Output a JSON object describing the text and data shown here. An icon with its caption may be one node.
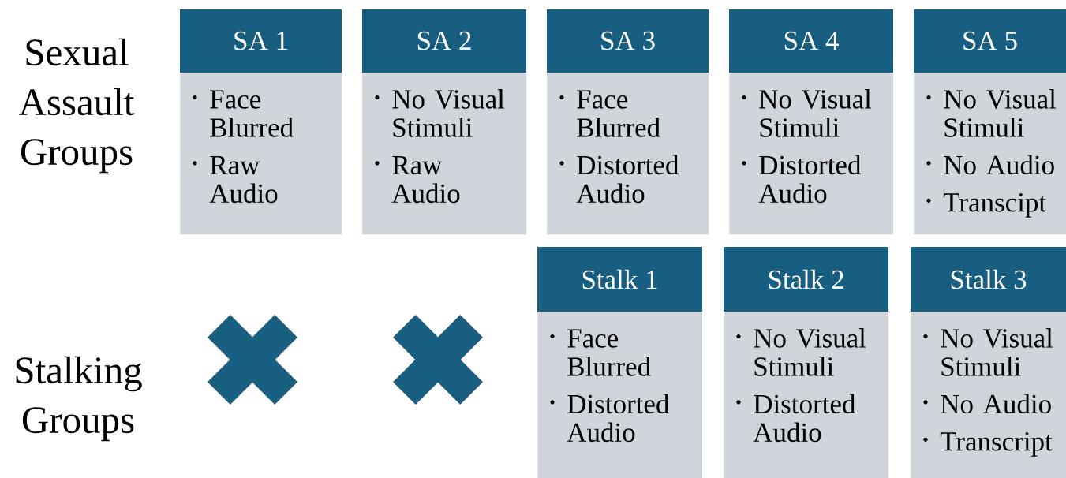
{
  "diagram": {
    "nodes": [
      {
        "text": [
          "SA 1",
          "Face Blurred",
          "Raw Audio"
        ]
      },
      {
        "text": [
          "SA 2",
          "No Visual Stimuli",
          "Raw Audio"
        ]
      },
      {
        "text": [
          "SA 3",
          "Face Blurred",
          "Distorted Audio"
        ]
      },
      {
        "text": [
          "SA 4",
          "No Visual Stimuli",
          "Distorted Audio"
        ]
      },
      {
        "text": [
          "SA 5",
          "No Visual Stimuli",
          "No Audio",
          "Transcipt"
        ]
      },
      {
        "text": [],
        "shape": "cross"
      },
      {
        "text": [],
        "shape": "cross"
      },
      {
        "text": [
          "Stalk 1",
          "Face Blurred",
          "Distorted Audio"
        ]
      },
      {
        "text": [
          "Stalk 2",
          "No Visual Stimuli",
          "Distorted Audio"
        ]
      },
      {
        "text": [
          "Stalk 3",
          "No Visual Stimuli",
          "No Audio",
          "Transcript"
        ]
      }
    ],
    "labels": [
      "Sexual Assault Groups",
      "Stalking Groups"
    ]
  }
}
